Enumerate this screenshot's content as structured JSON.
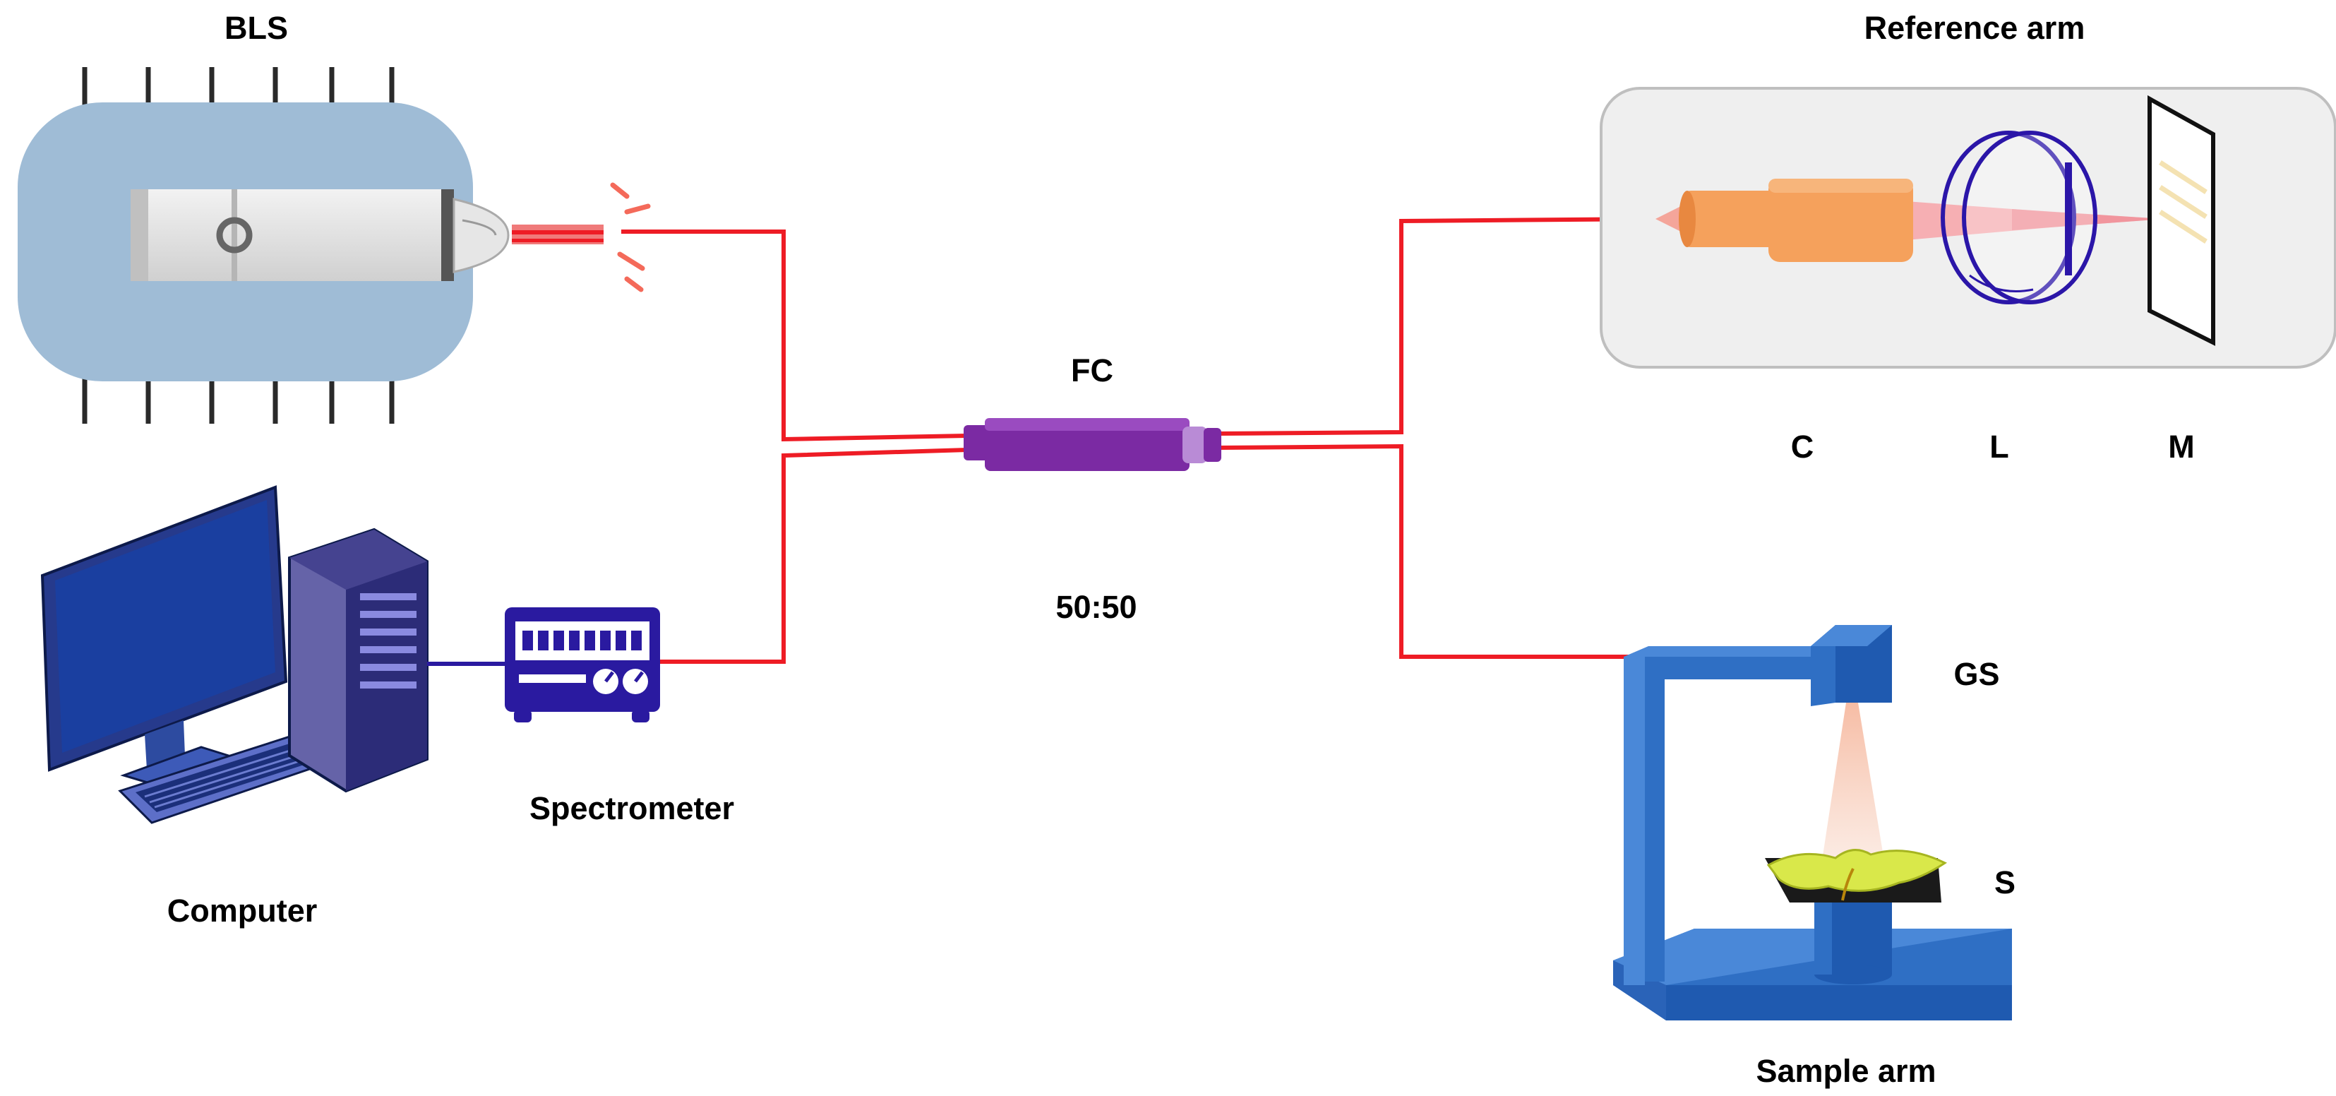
{
  "labels": {
    "bls": "BLS",
    "reference_arm": "Reference arm",
    "fc": "FC",
    "ratio": "50:50",
    "c": "C",
    "l": "L",
    "m": "M",
    "gs": "GS",
    "s": "S",
    "spectrometer": "Spectrometer",
    "computer": "Computer",
    "sample_arm": "Sample arm"
  },
  "colors": {
    "fiber": "#ee1c25",
    "coupler": "#7b2aa3",
    "light_source_housing": "#9fbcd6",
    "stage_blue": "#2f6fc4",
    "spectrometer_body": "#2a1aa0",
    "monitor_screen": "#1a3fa0",
    "collimator": "#f5a15c",
    "lens": "#2b16a8",
    "sample_leaf": "#d9e84a"
  },
  "icons": [
    "light-source-icon",
    "computer-icon",
    "spectrometer-icon",
    "fiber-coupler-icon",
    "collimator-icon",
    "lens-icon",
    "mirror-icon",
    "galvo-scanner-icon",
    "sample-stage-icon"
  ]
}
